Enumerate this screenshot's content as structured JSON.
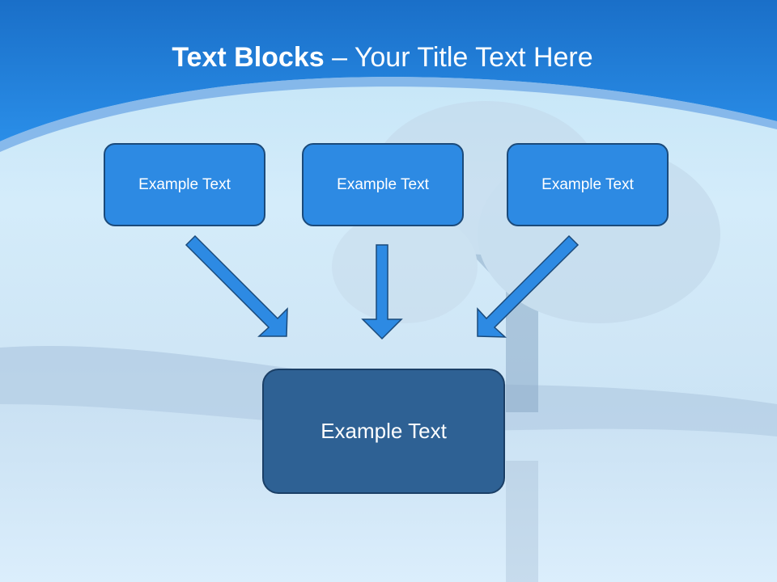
{
  "slide": {
    "title_bold": "Text Blocks",
    "title_rest": "– Your Title Text Here"
  },
  "diagram": {
    "top_boxes": [
      {
        "label": "Example Text"
      },
      {
        "label": "Example Text"
      },
      {
        "label": "Example Text"
      }
    ],
    "center_box": {
      "label": "Example Text"
    },
    "colors": {
      "header": "#1a78d6",
      "top_box": "#2d8ae3",
      "center_box": "#2e6194",
      "arrow": "#2d8ae3"
    }
  }
}
